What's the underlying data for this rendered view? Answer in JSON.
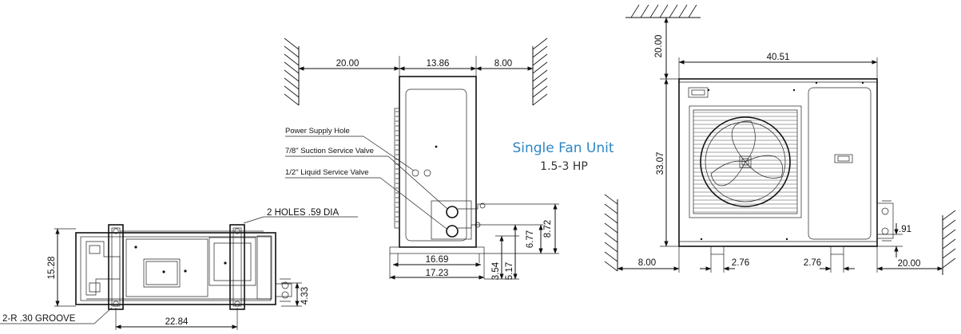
{
  "title": {
    "line1": "Single Fan Unit",
    "line2": "1.5-3 HP",
    "color": "#2f86c4"
  },
  "callouts": {
    "power_supply_hole": "Power Supply Hole",
    "suction_valve": "7/8\" Suction Service Valve",
    "liquid_valve": "1/2\" Liquid Service Valve",
    "holes": "2 HOLES .59 DIA",
    "groove": "2-R .30 GROOVE"
  },
  "dimensions": {
    "bottom_view": {
      "depth": "15.28",
      "width": "22.84",
      "stub": "4.33"
    },
    "side_view": {
      "left_clearance": "20.00",
      "top_depth": "13.86",
      "right_clearance": "8.00",
      "valve_height_a": "6.77",
      "valve_height_b": "8.72",
      "base_inner": "16.69",
      "base_outer": "17.23",
      "foot_a": "3.54",
      "foot_b": "5.17"
    },
    "front_view": {
      "top_clearance": "20.00",
      "width": "40.51",
      "height": "33.07",
      "left_clearance": "8.00",
      "foot_left": "2.76",
      "foot_right": "2.76",
      "valve_offset": ".91",
      "right_clearance": "20.00"
    }
  }
}
